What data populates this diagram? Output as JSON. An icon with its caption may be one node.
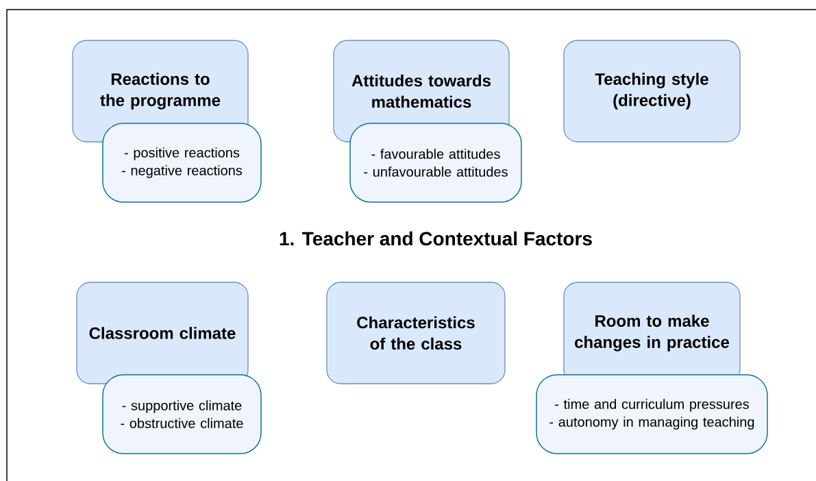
{
  "diagram": {
    "title": "1. Teacher and Contextual Factors",
    "nodes": [
      {
        "text": [
          "Reactions to the programme"
        ]
      },
      {
        "text": [
          "- positive reactions",
          "- negative reactions"
        ]
      },
      {
        "text": [
          "Attitudes towards mathematics"
        ]
      },
      {
        "text": [
          "- favourable attitudes",
          "- unfavourable attitudes"
        ]
      },
      {
        "text": [
          "Teaching style (directive)"
        ]
      },
      {
        "text": [
          "Classroom climate"
        ]
      },
      {
        "text": [
          "- supportive climate",
          "- obstructive climate"
        ]
      },
      {
        "text": [
          "Characteristics of the class"
        ]
      },
      {
        "text": [
          "Room to make changes in practice"
        ]
      },
      {
        "text": [
          "- time and curriculum pressures",
          "- autonomy in managing teaching"
        ]
      }
    ]
  }
}
